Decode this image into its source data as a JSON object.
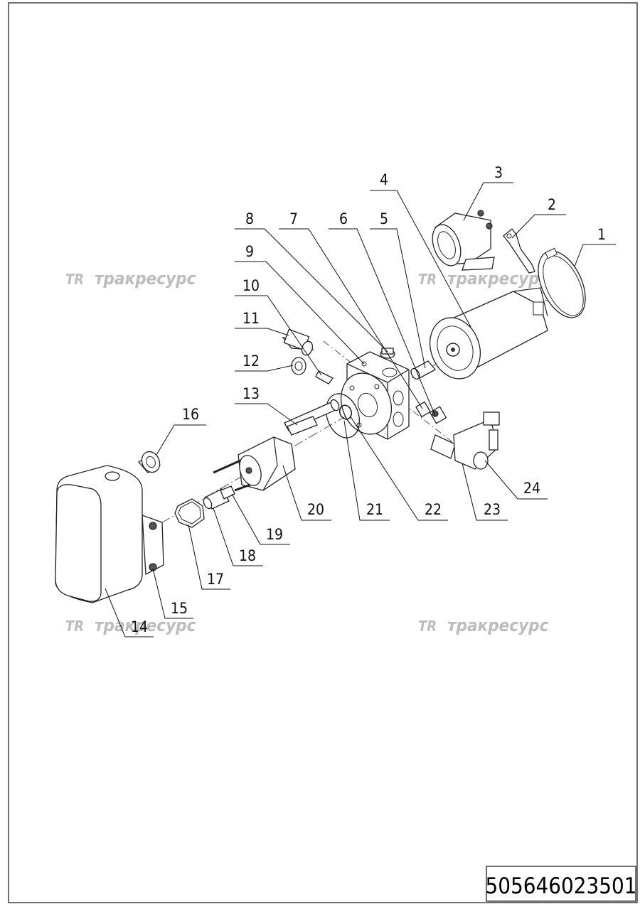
{
  "document_number": "505646023501",
  "watermark": {
    "logo": "TR",
    "text": "тракресурс"
  },
  "callouts": [
    {
      "num": "1"
    },
    {
      "num": "2"
    },
    {
      "num": "3"
    },
    {
      "num": "4"
    },
    {
      "num": "5"
    },
    {
      "num": "6"
    },
    {
      "num": "7"
    },
    {
      "num": "8"
    },
    {
      "num": "9"
    },
    {
      "num": "10"
    },
    {
      "num": "11"
    },
    {
      "num": "12"
    },
    {
      "num": "13"
    },
    {
      "num": "14"
    },
    {
      "num": "15"
    },
    {
      "num": "16"
    },
    {
      "num": "17"
    },
    {
      "num": "18"
    },
    {
      "num": "19"
    },
    {
      "num": "20"
    },
    {
      "num": "21"
    },
    {
      "num": "22"
    },
    {
      "num": "23"
    },
    {
      "num": "24"
    }
  ]
}
